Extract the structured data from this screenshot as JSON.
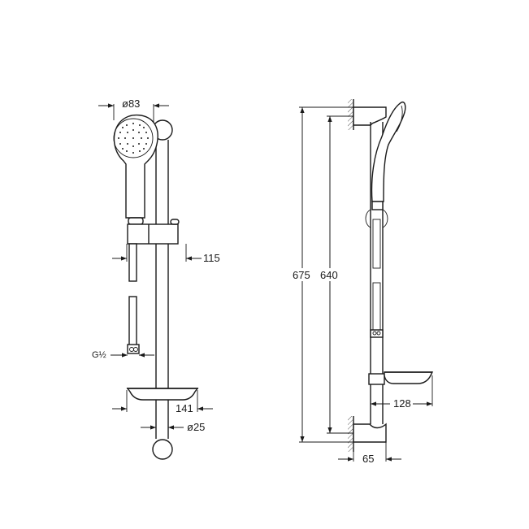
{
  "drawing": {
    "front_view": {
      "dimensions": {
        "handshower_diameter": "ø83",
        "slider_projection": "115",
        "hose_connection": "G½",
        "soap_dish_width": "141",
        "rail_diameter": "ø25"
      }
    },
    "side_view": {
      "dimensions": {
        "total_height": "675",
        "rail_length": "640",
        "soap_dish_depth": "128",
        "bracket_projection": "65"
      }
    },
    "colors": {
      "line": "#1a1a1a",
      "background": "#ffffff",
      "hatch": "#555555"
    }
  }
}
